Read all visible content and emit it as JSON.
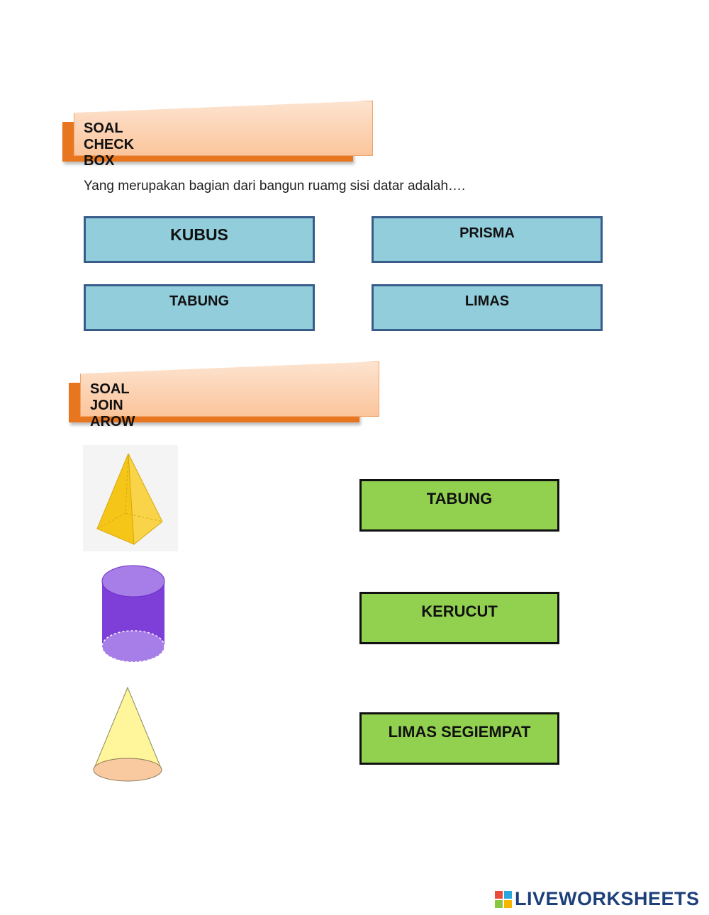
{
  "section1": {
    "title": "SOAL CHECK BOX",
    "question": "Yang merupakan bagian dari bangun ruamg sisi datar adalah….",
    "choices": [
      "KUBUS",
      "PRISMA",
      "TABUNG",
      "LIMAS"
    ]
  },
  "section2": {
    "title": "SOAL JOIN AROW",
    "shapes": [
      {
        "icon": "pyramid-icon",
        "color": "#f5c518"
      },
      {
        "icon": "cylinder-icon",
        "color": "#8b4fe0"
      },
      {
        "icon": "cone-icon",
        "color": "#fff59a"
      }
    ],
    "answers": [
      "TABUNG",
      "KERUCUT",
      "LIMAS SEGIEMPAT"
    ]
  },
  "footer": {
    "brand": "LIVEWORKSHEETS"
  },
  "colors": {
    "choice_bg": "#92cddc",
    "choice_border": "#385d8a",
    "answer_bg": "#92d050",
    "banner_accent": "#e8761f"
  }
}
